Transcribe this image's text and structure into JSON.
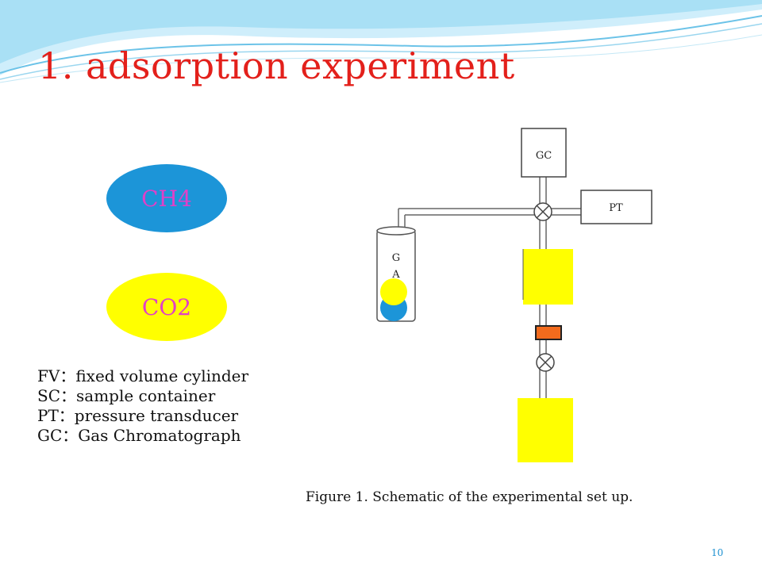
{
  "slide": {
    "title": "1. adsorption experiment",
    "number": "10"
  },
  "gases": {
    "ch4": {
      "label": "CH4",
      "color": "#1c95d8",
      "text_color": "#e040c8"
    },
    "co2": {
      "label": "CO2",
      "color": "#ffff00",
      "text_color": "#e040c8"
    }
  },
  "legend": [
    {
      "text": "FV：fixed volume cylinder"
    },
    {
      "text": "SC：sample container"
    },
    {
      "text": "PT：pressure transducer"
    },
    {
      "text": "GC：Gas Chromatograph"
    }
  ],
  "diagram": {
    "gc_label": "GC",
    "pt_label": "PT",
    "ga_label": "G",
    "ga_label2": "A",
    "highlight_color": "#ffff00",
    "heater_color": "#f26b1d"
  },
  "caption": "Figure 1. Schematic of the experimental set up.",
  "theme": {
    "title_color": "#e3201b",
    "accent": "#1a8fd0"
  }
}
